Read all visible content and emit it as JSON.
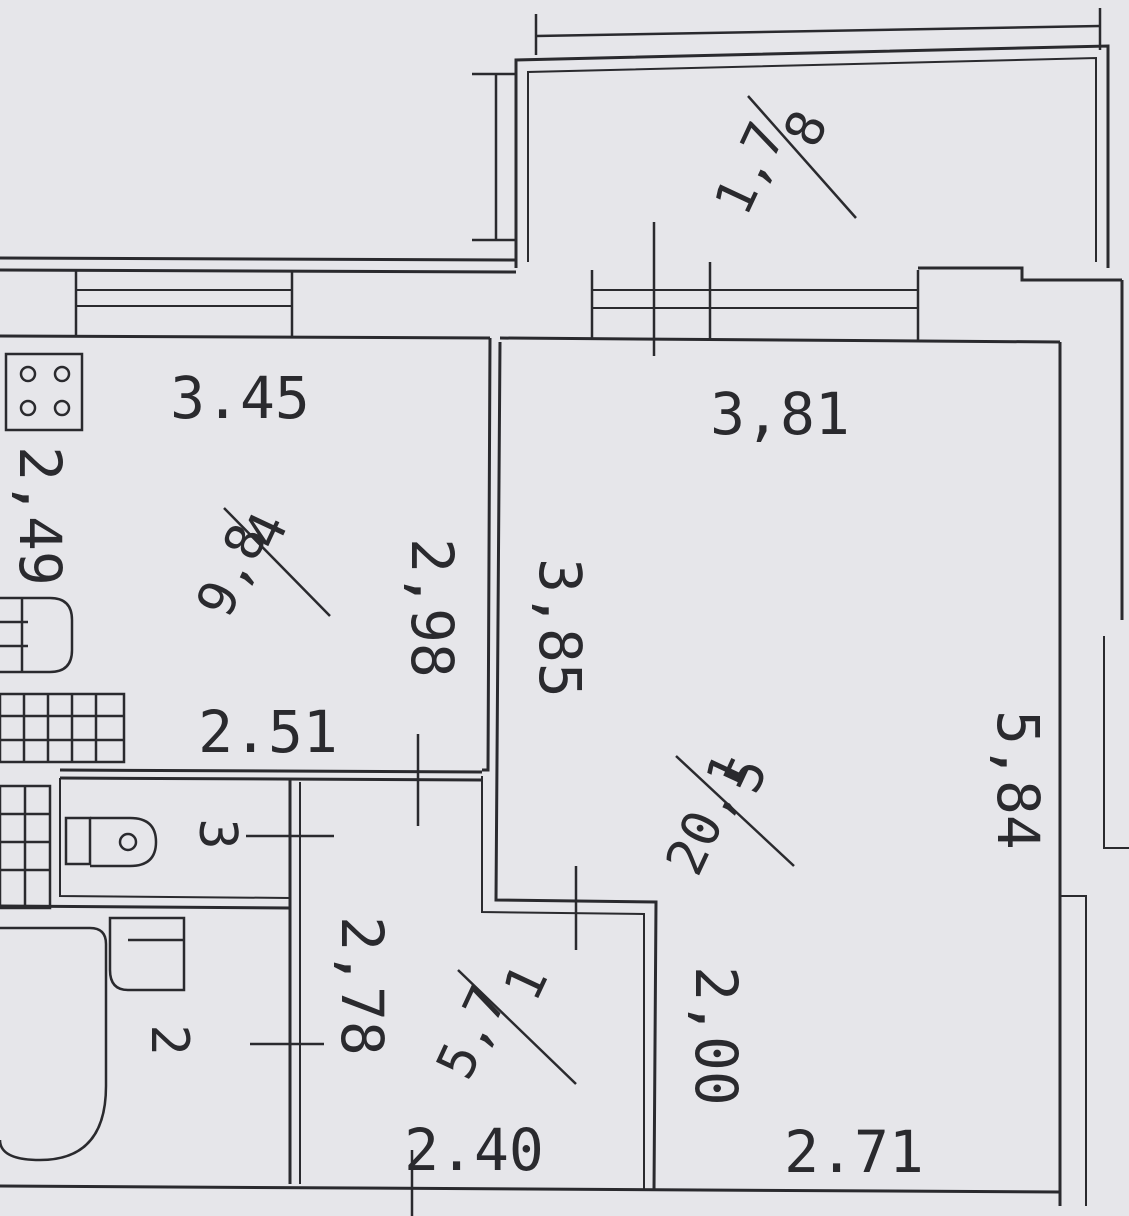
{
  "rooms": [
    {
      "id": "room-1",
      "number": "1",
      "area": "5,7"
    },
    {
      "id": "room-2",
      "number": "2",
      "area": ""
    },
    {
      "id": "room-3",
      "number": "3",
      "area": ""
    },
    {
      "id": "room-4",
      "number": "4",
      "area": "9,8"
    },
    {
      "id": "room-5",
      "number": "5",
      "area": "20,1"
    },
    {
      "id": "room-8",
      "number": "8",
      "area": "1,7"
    }
  ],
  "dimensions": {
    "kitchen_width": "3.45",
    "kitchen_side_left": "2,49",
    "kitchen_side_right": "2,98",
    "kitchen_bottom": "2.51",
    "living_top": "3,81",
    "living_left": "3,85",
    "living_right": "5,84",
    "living_inner": "2,00",
    "living_bottom": "2.71",
    "hall_side": "2,78",
    "hall_bottom": "2.40"
  }
}
